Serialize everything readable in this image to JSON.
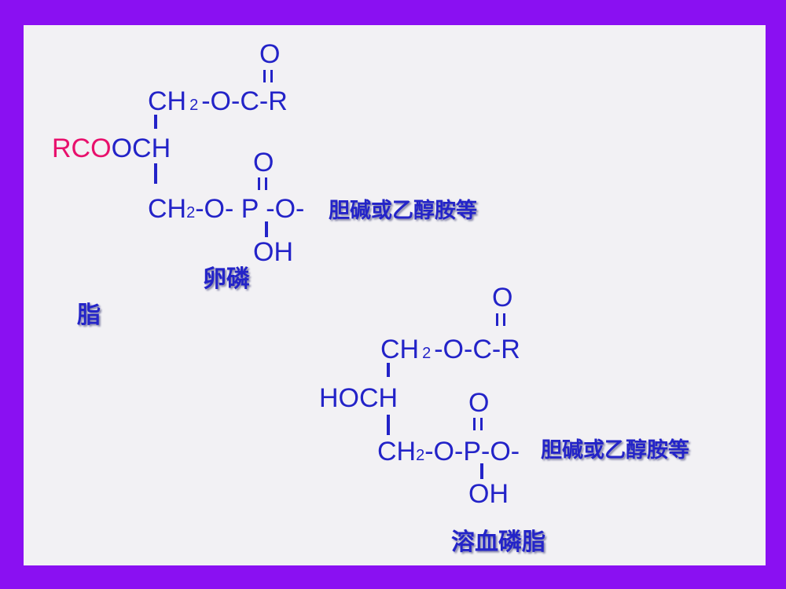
{
  "lecithin": {
    "top_o": "O",
    "ch2_top_a": "CH",
    "ch2_top_sub": "2",
    "ch2_top_b": "-O-C-R",
    "rco_red": "RCO",
    "och": "OCH",
    "p_o": "O",
    "bottom_row_a": "CH",
    "bottom_row_sub": "2",
    "bottom_row_b": "-O- P -O-",
    "substituent": "胆碱或乙醇胺等",
    "oh": "OH",
    "name_part1": "卵磷",
    "name_part2": "脂"
  },
  "lysolecithin": {
    "top_o": "O",
    "ch2_top_a": "CH",
    "ch2_top_sub": "2",
    "ch2_top_b": "-O-C-R",
    "hoch": "HOCH",
    "p_o": "O",
    "bottom_row_a": "CH",
    "bottom_row_sub": "2",
    "bottom_row_b": "-O-P-O-",
    "substituent": "胆碱或乙醇胺等",
    "oh": "OH",
    "name": "溶血磷脂"
  },
  "colors": {
    "frame": "#8a10f2",
    "background": "#f2f1f4",
    "text_blue": "#2323c8",
    "highlight_red": "#e8106c"
  }
}
